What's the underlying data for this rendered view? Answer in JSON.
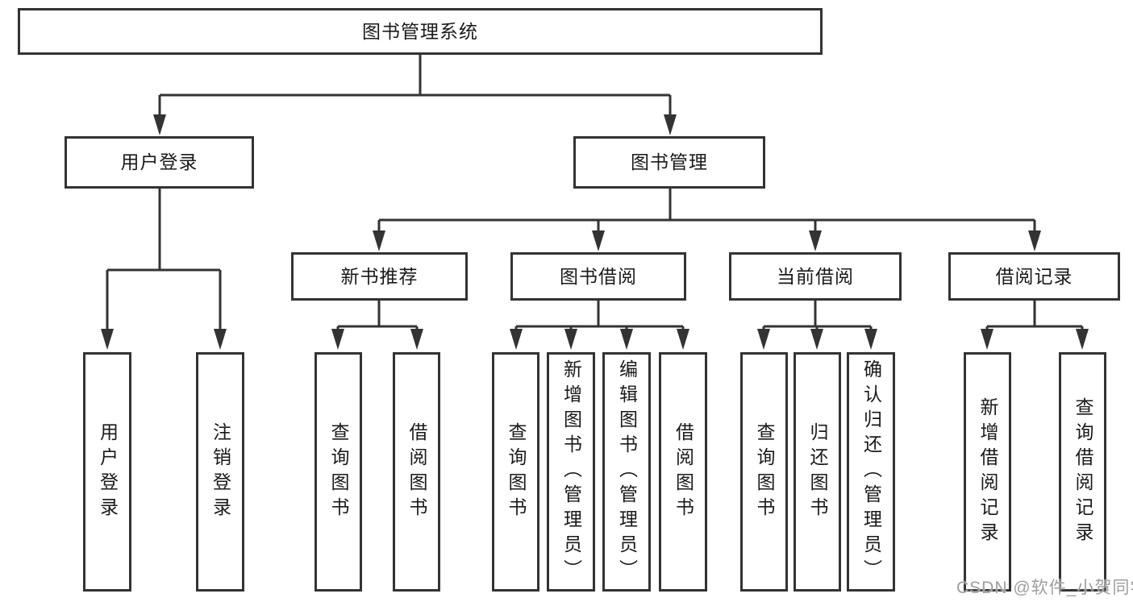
{
  "diagram": {
    "type": "hierarchy-tree",
    "nodes": {
      "root": "图书管理系统",
      "user_login": "用户登录",
      "book_management": "图书管理",
      "new_book_recommend": "新书推荐",
      "book_borrow": "图书借阅",
      "current_borrow": "当前借阅",
      "borrow_records": "借阅记录",
      "ul_login": "用户登录",
      "ul_logout": "注销登录",
      "nb_query": "查询图书",
      "nb_borrow": "借阅图书",
      "bb_query": "查询图书",
      "bb_add": "新增图书（管理员）",
      "bb_edit": "编辑图书（管理员）",
      "bb_borrow": "借阅图书",
      "cb_query": "查询图书",
      "cb_return": "归还图书",
      "cb_confirm": "确认归还（管理员）",
      "br_add": "新增借阅记录",
      "br_query": "查询借阅记录"
    },
    "edges": [
      [
        "root",
        "user_login"
      ],
      [
        "root",
        "book_management"
      ],
      [
        "user_login",
        "ul_login"
      ],
      [
        "user_login",
        "ul_logout"
      ],
      [
        "book_management",
        "new_book_recommend"
      ],
      [
        "book_management",
        "book_borrow"
      ],
      [
        "book_management",
        "current_borrow"
      ],
      [
        "book_management",
        "borrow_records"
      ],
      [
        "new_book_recommend",
        "nb_query"
      ],
      [
        "new_book_recommend",
        "nb_borrow"
      ],
      [
        "book_borrow",
        "bb_query"
      ],
      [
        "book_borrow",
        "bb_add"
      ],
      [
        "book_borrow",
        "bb_edit"
      ],
      [
        "book_borrow",
        "bb_borrow"
      ],
      [
        "current_borrow",
        "cb_query"
      ],
      [
        "current_borrow",
        "cb_return"
      ],
      [
        "current_borrow",
        "cb_confirm"
      ],
      [
        "borrow_records",
        "br_add"
      ],
      [
        "borrow_records",
        "br_query"
      ]
    ],
    "colors": {
      "line": "#333333",
      "box_border": "#333333",
      "text": "#1a1a1a",
      "background": "#ffffff",
      "watermark": "#9e9e9e"
    }
  },
  "watermark": {
    "text": "CSDN @软件_小贺同学"
  }
}
